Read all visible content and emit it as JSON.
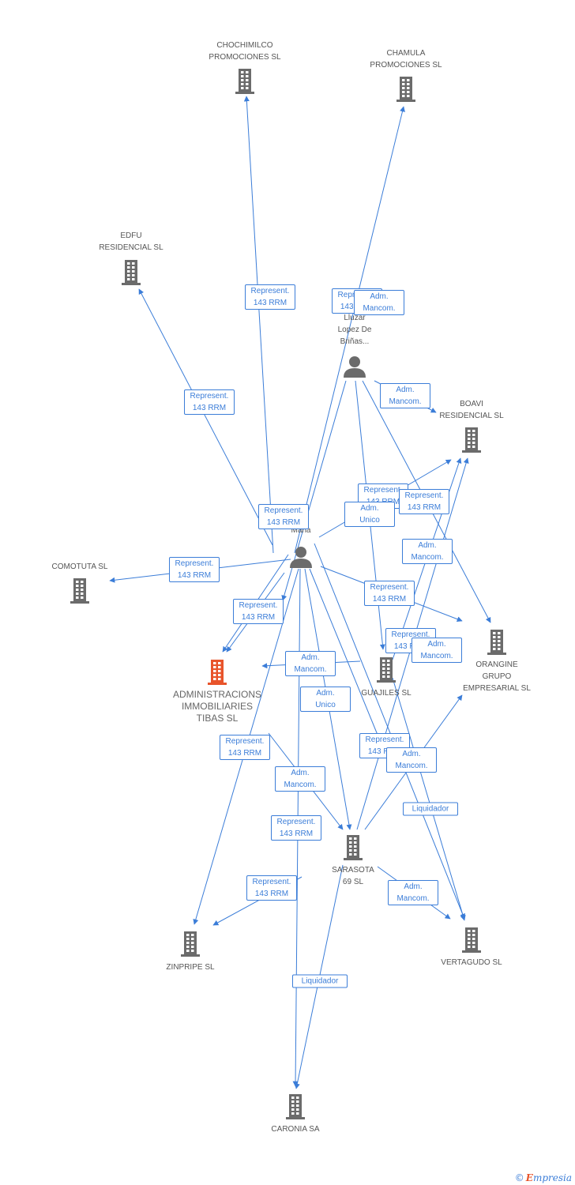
{
  "colors": {
    "edge": "#3b7dd8",
    "building": "#6b6b6b",
    "highlight": "#e8542b",
    "person": "#6b6b6b"
  },
  "nodes": [
    {
      "id": "chochimilco",
      "type": "company",
      "lines": [
        "CHOCHIMILCO",
        "PROMOCIONES SL"
      ]
    },
    {
      "id": "chamula",
      "type": "company",
      "lines": [
        "CHAMULA",
        "PROMOCIONES SL"
      ]
    },
    {
      "id": "edfu",
      "type": "company",
      "lines": [
        "EDFU",
        "RESIDENCIAL SL"
      ]
    },
    {
      "id": "person1",
      "type": "person",
      "lines": [
        "Lluzar",
        "Lopez De",
        "Briñas..."
      ]
    },
    {
      "id": "boavi",
      "type": "company",
      "lines": [
        "BOAVI",
        "RESIDENCIAL SL"
      ]
    },
    {
      "id": "person2",
      "type": "person",
      "lines": [
        "a",
        "s",
        "Maria"
      ]
    },
    {
      "id": "comotuta",
      "type": "company",
      "lines": [
        "COMOTUTA SL"
      ]
    },
    {
      "id": "admin",
      "type": "company-main",
      "lines": [
        "ADMINISTRACIONS",
        "IMMOBILIARIES",
        "TIBAS SL"
      ]
    },
    {
      "id": "guajiles",
      "type": "company",
      "lines": [
        "GUAJILES SL"
      ]
    },
    {
      "id": "orangine",
      "type": "company",
      "lines": [
        "ORANGINE",
        "GRUPO",
        "EMPRESARIAL SL"
      ]
    },
    {
      "id": "sarasota",
      "type": "company",
      "lines": [
        "SARASOTA",
        "69 SL"
      ]
    },
    {
      "id": "zinpripe",
      "type": "company",
      "lines": [
        "ZINPRIPE SL"
      ]
    },
    {
      "id": "vertagudo",
      "type": "company",
      "lines": [
        "VERTAGUDO SL"
      ]
    },
    {
      "id": "caronia",
      "type": "company",
      "lines": [
        "CARONIA SA"
      ]
    }
  ],
  "edge_labels": [
    {
      "id": "el1",
      "lines": [
        "Represent.",
        "143 RRM"
      ]
    },
    {
      "id": "el2",
      "lines": [
        "Represent.",
        "143 RRM"
      ]
    },
    {
      "id": "el3",
      "lines": [
        "Represent.",
        "143 RRM"
      ]
    },
    {
      "id": "el4",
      "lines": [
        "Represent.",
        "143 RRM"
      ]
    },
    {
      "id": "el5",
      "lines": [
        "Represent.",
        "143 RRM"
      ]
    },
    {
      "id": "el6",
      "lines": [
        "Represent.",
        "143 RRM"
      ]
    },
    {
      "id": "el7",
      "lines": [
        "Represent.",
        "143 RRM"
      ]
    },
    {
      "id": "el8",
      "lines": [
        "Adm.",
        "Unico"
      ]
    },
    {
      "id": "el9",
      "lines": [
        "Represent.",
        "143 RRM"
      ]
    },
    {
      "id": "el10",
      "lines": [
        "Adm.",
        "Mancom."
      ]
    },
    {
      "id": "el11",
      "lines": [
        "Represent.",
        "143 RRM"
      ]
    },
    {
      "id": "el12",
      "lines": [
        "Represent.",
        "143 RRM"
      ]
    },
    {
      "id": "el13",
      "lines": [
        "Represent.",
        "143 RRM"
      ]
    },
    {
      "id": "el14",
      "lines": [
        "Adm.",
        "Mancom."
      ]
    },
    {
      "id": "el15",
      "lines": [
        "Adm.",
        "Mancom."
      ]
    },
    {
      "id": "el16",
      "lines": [
        "Adm.",
        "Mancom."
      ]
    },
    {
      "id": "el17",
      "lines": [
        "Adm.",
        "Unico"
      ]
    },
    {
      "id": "el18",
      "lines": [
        "Represent.",
        "143 RRM"
      ]
    },
    {
      "id": "el19",
      "lines": [
        "Represent.",
        "143 RRM"
      ]
    },
    {
      "id": "el20",
      "lines": [
        "Adm.",
        "Mancom."
      ]
    },
    {
      "id": "el21",
      "lines": [
        "Adm.",
        "Mancom."
      ]
    },
    {
      "id": "el22",
      "lines": [
        "Adm.",
        "Mancom."
      ]
    },
    {
      "id": "el23",
      "lines": [
        "Represent.",
        "143 RRM"
      ]
    },
    {
      "id": "el24",
      "lines": [
        "Liquidador"
      ]
    },
    {
      "id": "el25",
      "lines": [
        "Adm.",
        "Mancom."
      ]
    },
    {
      "id": "el26",
      "lines": [
        "Liquidador"
      ]
    }
  ],
  "footer": {
    "copyright": "©",
    "brand_initial": "E",
    "brand_rest": "mpresia"
  }
}
